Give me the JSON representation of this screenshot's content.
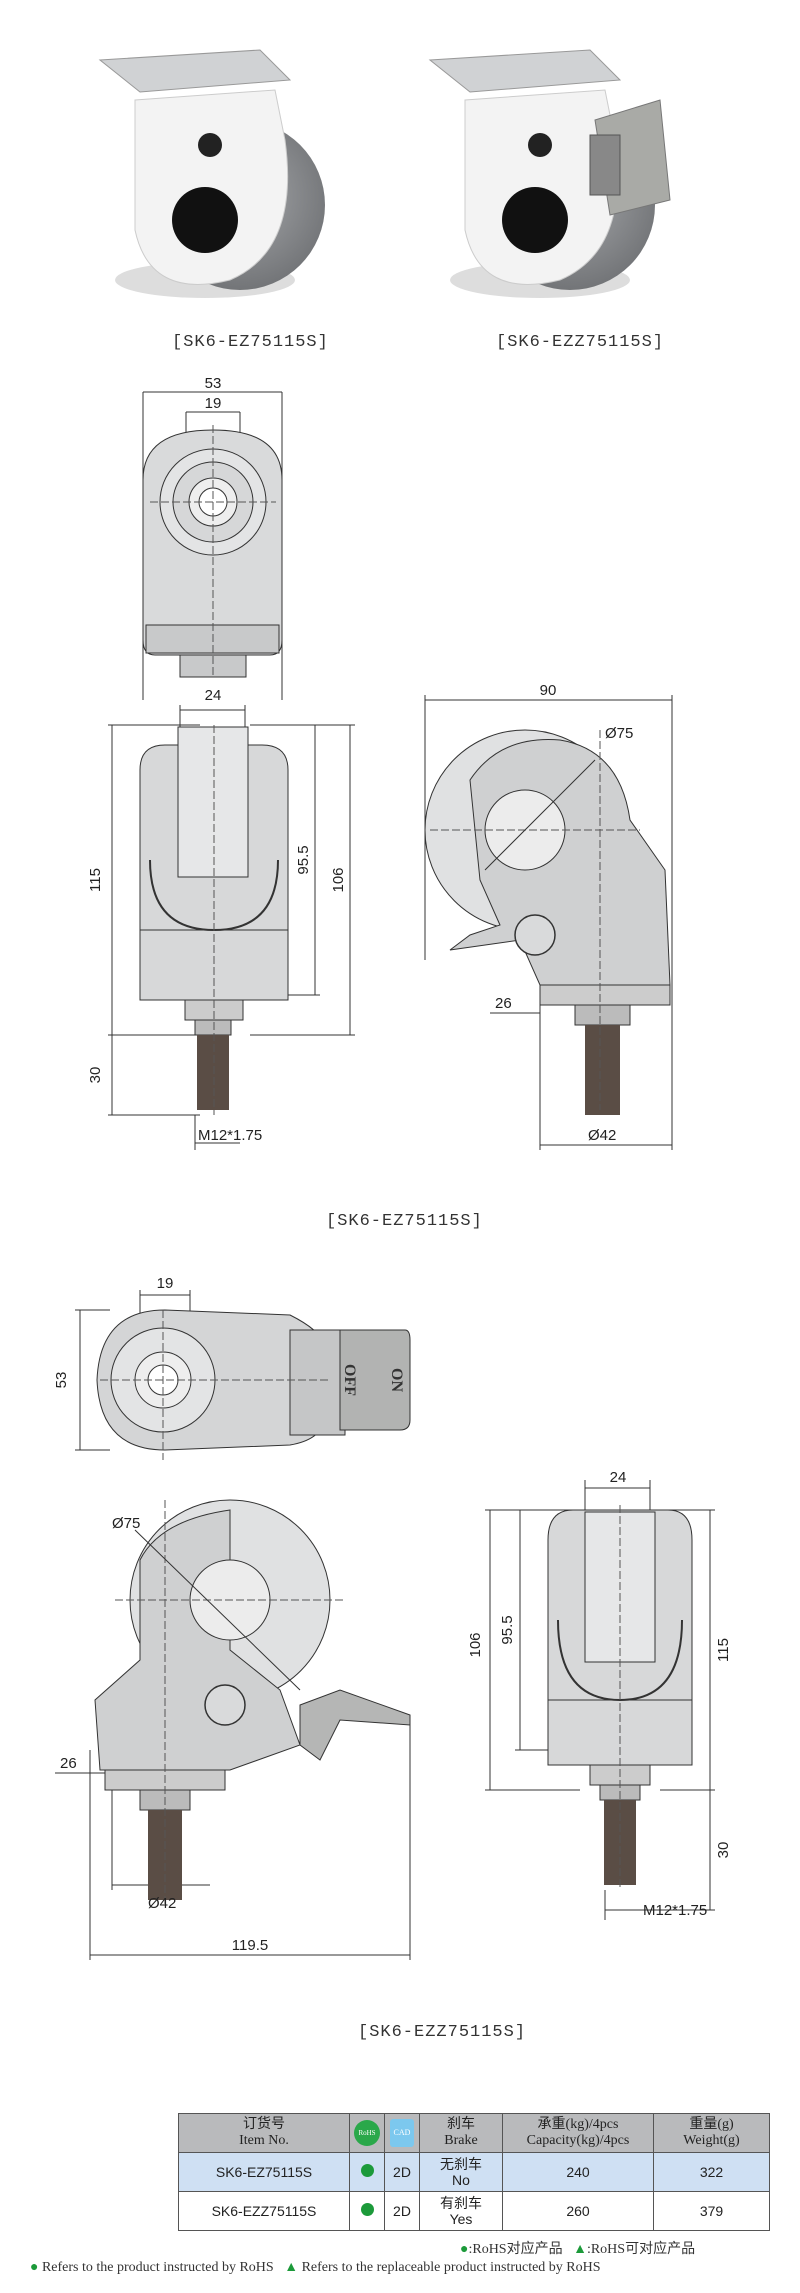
{
  "captions": {
    "photo_left": "[SK6-EZ75115S]",
    "photo_right": "[SK6-EZZ75115S]",
    "drawing_1": "[SK6-EZ75115S]",
    "drawing_2": "[SK6-EZZ75115S]"
  },
  "dims_ez": {
    "top_w": "53",
    "top_hole": "19",
    "front_w": "24",
    "front_h1": "115",
    "front_h2": "95.5",
    "front_h3": "106",
    "front_stem": "30",
    "front_thread": "M12*1.75",
    "side_w": "90",
    "side_dia": "Ø75",
    "side_off": "26",
    "side_base": "Ø42"
  },
  "dims_ezz": {
    "top_hole": "19",
    "top_h": "53",
    "brake_off": "OFF",
    "brake_on": "ON",
    "side_dia": "Ø75",
    "side_off": "26",
    "side_base": "Ø42",
    "side_total": "119.5",
    "front_w": "24",
    "front_h1": "106",
    "front_h2": "95.5",
    "front_h3": "115",
    "front_stem": "30",
    "front_thread": "M12*1.75"
  },
  "table": {
    "headers": {
      "item_cn": "订货号",
      "item_en": "Item No.",
      "rohs_badge": "RoHS",
      "cad_badge": "CAD",
      "brake_cn": "刹车",
      "brake_en": "Brake",
      "cap_cn": "承重(kg)/4pcs",
      "cap_en": "Capacity(kg)/4pcs",
      "wt_cn": "重量(g)",
      "wt_en": "Weight(g)"
    },
    "rows": [
      {
        "item": "SK6-EZ75115S",
        "cad": "2D",
        "brake_cn": "无刹车",
        "brake_en": "No",
        "capacity": "240",
        "weight": "322"
      },
      {
        "item": "SK6-EZZ75115S",
        "cad": "2D",
        "brake_cn": "有刹车",
        "brake_en": "Yes",
        "capacity": "260",
        "weight": "379"
      }
    ]
  },
  "legend": {
    "rohs_cn": ":RoHS对应产品",
    "rohs_replace_cn": ":RoHS可对应产品",
    "rohs_en": "Refers to the product instructed by RoHS",
    "rohs_replace_en": "Refers to the replaceable product instructed by RoHS"
  },
  "colors": {
    "rohs_green": "#1c9a3a",
    "row_highlight": "#cfe0f3",
    "header_gray": "#b9babc"
  }
}
